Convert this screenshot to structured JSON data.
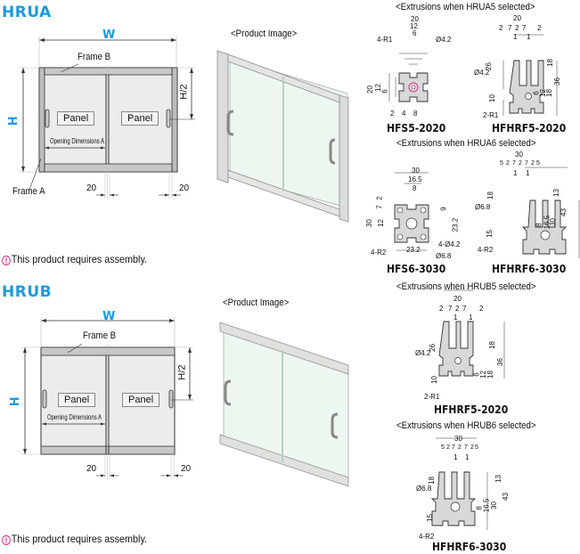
{
  "colors": {
    "accent": "#1a9ae0",
    "warning": "#e0207a",
    "frame": "#c8c8c8",
    "panel": "#ececec",
    "glass": "#eef7ef"
  },
  "sections": [
    {
      "title": "HRUA",
      "diagram": {
        "width_label": "W",
        "height_label": "H",
        "half_height_label": "H/2",
        "frame_b_label": "Frame B",
        "frame_a_label": "Frame A",
        "panel_labels": [
          "Panel",
          "Panel"
        ],
        "opening_label": "Opening Dimensions A",
        "dims": [
          "20",
          "20"
        ]
      },
      "product_image_caption": "<Product Image>",
      "note": "This product requires assembly.",
      "extrusion_groups": [
        {
          "caption": "<Extrusions when HRUA5 selected>",
          "profiles": [
            {
              "name": "HFS5-2020",
              "labels": [
                "20",
                "12",
                "6",
                "4-R1",
                "Ø4.2",
                "20",
                "12",
                "6",
                "2",
                "4",
                "8"
              ]
            },
            {
              "name": "HFHRF5-2020",
              "labels": [
                "20",
                "2",
                "7",
                "2",
                "7",
                "2",
                "1",
                "1",
                "Ø4.2",
                "26",
                "18",
                "36",
                "6",
                "12",
                "18",
                "10",
                "2-R1"
              ]
            }
          ]
        },
        {
          "caption": "<Extrusions when HRUA6 selected>",
          "profiles": [
            {
              "name": "HFS6-3030",
              "labels": [
                "30",
                "16.5",
                "8",
                "2",
                "7",
                "30",
                "12",
                "9",
                "23.2",
                "4-R2",
                "23.2",
                "4-Ø4.2",
                "Ø6.8"
              ]
            },
            {
              "name": "HFHRF6-3030",
              "labels": [
                "30",
                "5",
                "2",
                "7",
                "2",
                "7",
                "2",
                "5",
                "1",
                "1",
                "18",
                "Ø6.8",
                "13",
                "43",
                "8",
                "16.5",
                "30",
                "15",
                "4-R2"
              ]
            }
          ]
        }
      ]
    },
    {
      "title": "HRUB",
      "diagram": {
        "width_label": "W",
        "height_label": "H",
        "half_height_label": "H/2",
        "frame_b_label": "Frame B",
        "panel_labels": [
          "Panel",
          "Panel"
        ],
        "opening_label": "Opening Dimensions A",
        "dims": [
          "20",
          "20"
        ]
      },
      "product_image_caption": "<Product Image>",
      "note": "This product requires assembly.",
      "extrusion_groups": [
        {
          "caption": "<Extrusions when HRUB5 selected>",
          "profiles": [
            {
              "name": "HFHRF5-2020",
              "labels": [
                "20",
                "2",
                "7",
                "2",
                "7",
                "2",
                "1",
                "1",
                "Ø4.2",
                "26",
                "18",
                "36",
                "6",
                "12",
                "18",
                "10",
                "2-R1"
              ]
            }
          ]
        },
        {
          "caption": "<Extrusions when HRUB6 selected>",
          "profiles": [
            {
              "name": "HFHRF6-3030",
              "labels": [
                "30",
                "5",
                "2",
                "7",
                "2",
                "7",
                "2",
                "5",
                "1",
                "1",
                "18",
                "Ø6.8",
                "13",
                "43",
                "8",
                "16.5",
                "30",
                "15",
                "4-R2"
              ]
            }
          ]
        }
      ]
    }
  ],
  "icons": {
    "warning": "warning-circle-icon"
  }
}
